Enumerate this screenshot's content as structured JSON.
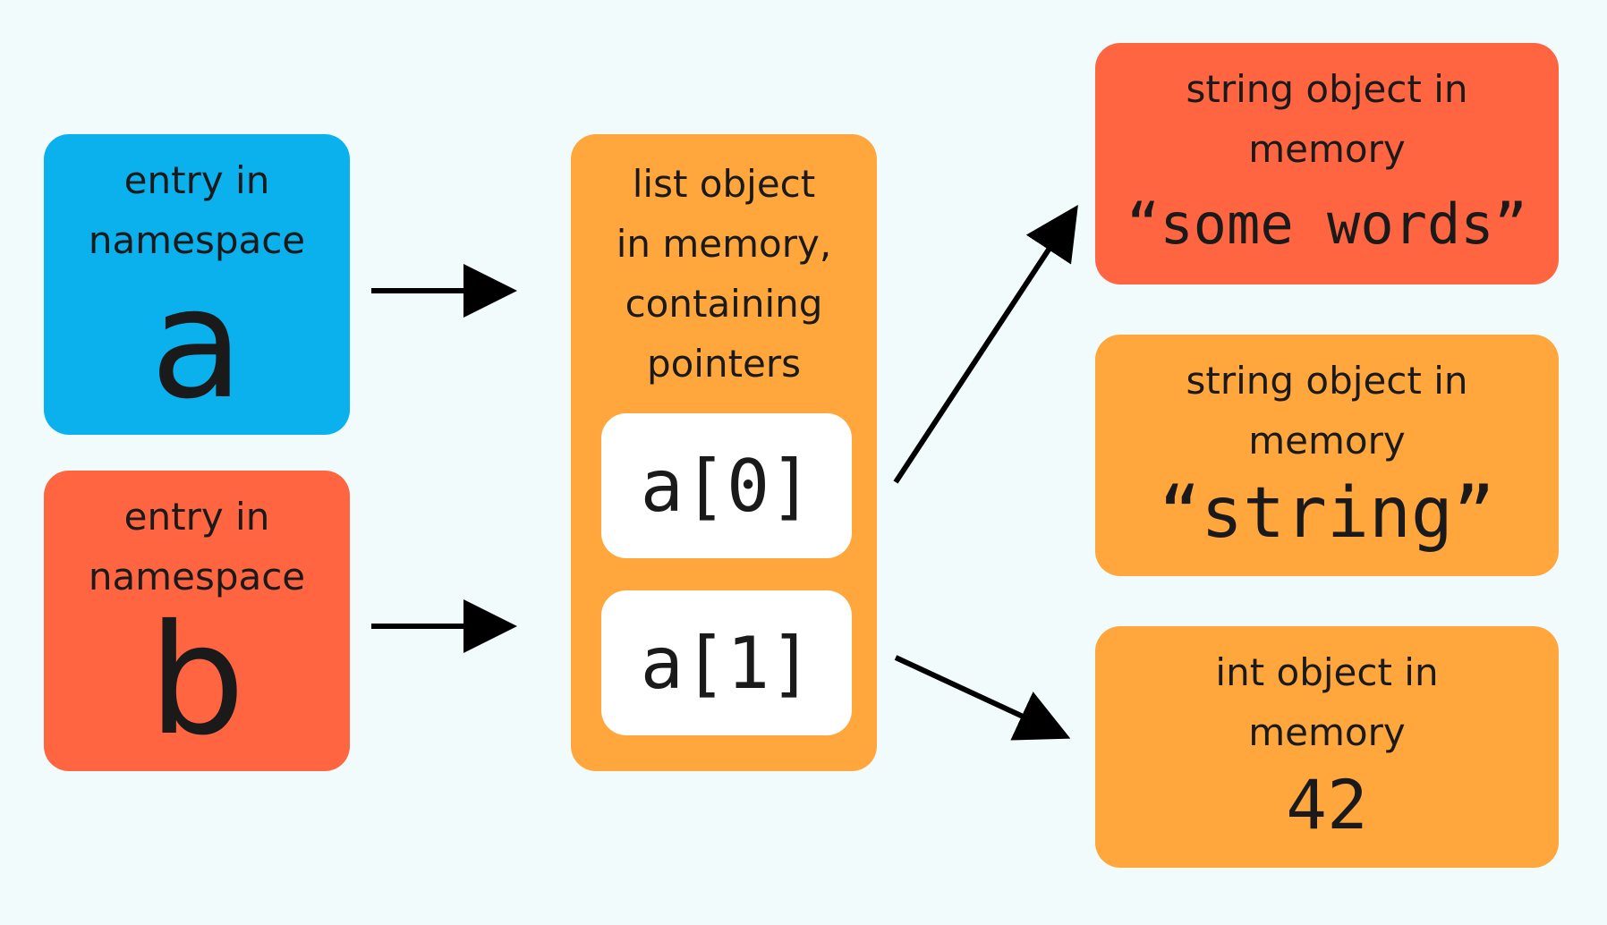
{
  "namespace_a": {
    "label": "entry in\nnamespace",
    "name": "a"
  },
  "namespace_b": {
    "label": "entry in\nnamespace",
    "name": "b"
  },
  "list_object": {
    "label": "list object\nin memory,\ncontaining\npointers",
    "slots": [
      "a[0]",
      "a[1]"
    ]
  },
  "string_object_1": {
    "label": "string object in\nmemory",
    "value": "“some words”"
  },
  "string_object_2": {
    "label": "string object in\nmemory",
    "value": "“string”"
  },
  "int_object": {
    "label": "int object in\nmemory",
    "value": "42"
  },
  "colors": {
    "background": "#f2fbfc",
    "blue": "#0bb1ec",
    "red": "#ff6541",
    "orange": "#ffa63d",
    "white": "#ffffff",
    "arrow": "#000000"
  }
}
